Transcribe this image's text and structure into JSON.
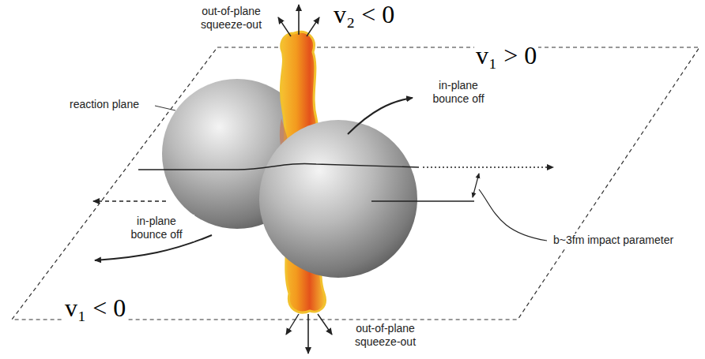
{
  "diagram": {
    "labels": [
      "v₂ < 0",
      "out-of-plane squeeze-out",
      "v₁ > 0",
      "reaction plane",
      "in-plane bounce off",
      "in-plane bounce off",
      "b~3fm impact parameter",
      "v₁ < 0",
      "out-of-plane squeeze-out"
    ]
  }
}
